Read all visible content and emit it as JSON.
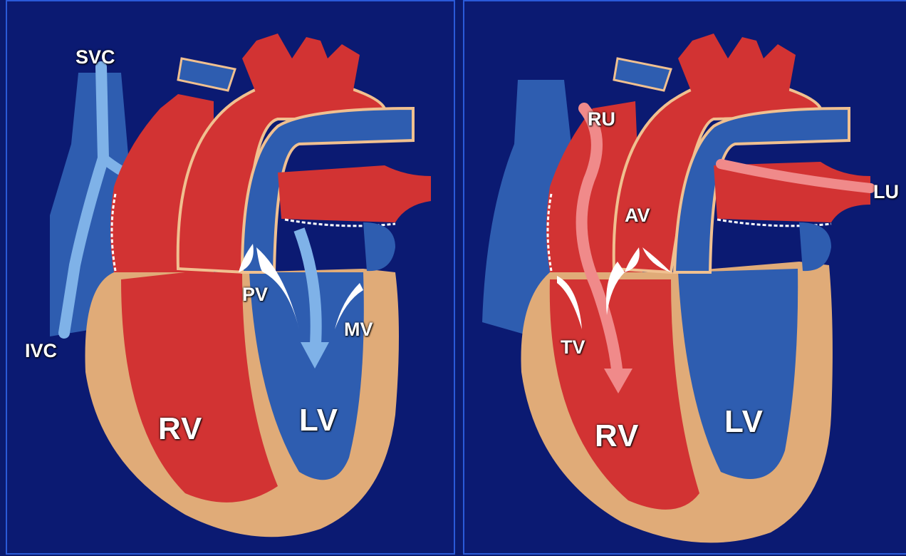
{
  "colors": {
    "background": "#0b1a72",
    "border": "#2a5ad8",
    "oxygenated": "#d23333",
    "deoxygenated": "#2e5db0",
    "muscle": "#e0ab78",
    "flow_light_blue": "#7fb2e8",
    "flow_pink": "#f08a8a"
  },
  "left_panel": {
    "labels": {
      "svc": "SVC",
      "ivc": "IVC",
      "pv": "PV",
      "mv": "MV",
      "rv": "RV",
      "lv": "LV"
    }
  },
  "right_panel": {
    "labels": {
      "ru": "RU",
      "lu": "LU",
      "av": "AV",
      "tv": "TV",
      "rv": "RV",
      "lv": "LV"
    }
  }
}
